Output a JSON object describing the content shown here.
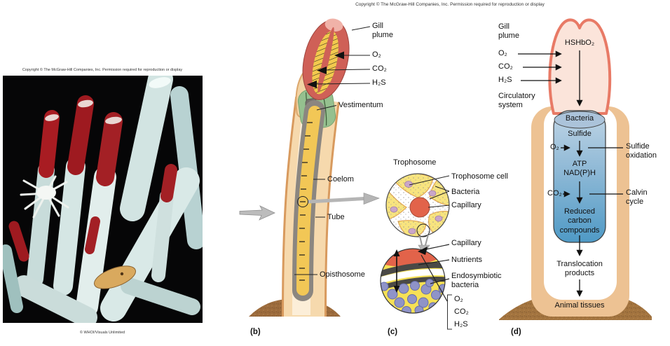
{
  "header": {
    "copyright": "Copyright © The McGraw-Hill Companies, Inc. Permission required for reproduction or display"
  },
  "photo": {
    "copyright": "Copyright © The McGraw-Hill Companies, Inc. Permission required for reproduction or display",
    "credit": "© WHOI/Visuals Unlimited"
  },
  "diagram_b": {
    "caption": "(b)",
    "labels": {
      "gill_plume": "Gill\nplume",
      "o2": "O₂",
      "co2": "CO₂",
      "h2s": "H₂S",
      "vestimentum": "Vestimentum",
      "coelom": "Coelom",
      "tube": "Tube",
      "opisthosome": "Opisthosome"
    }
  },
  "diagram_c": {
    "caption": "(c)",
    "title": "Trophosome",
    "labels": {
      "trophosome_cell": "Trophosome cell",
      "bacteria": "Bacteria",
      "capillary_top": "Capillary",
      "capillary_bottom": "Capillary",
      "nutrients": "Nutrients",
      "endosymbiotic_bacteria": "Endosymbiotic\nbacteria",
      "o2": "O₂",
      "co2": "CO₂",
      "h2s": "H₂S"
    }
  },
  "diagram_d": {
    "caption": "(d)",
    "labels": {
      "gill_plume": "Gill\nplume",
      "o2": "O₂",
      "co2": "CO₂",
      "h2s": "H₂S",
      "circulatory_system": "Circulatory\nsystem",
      "hshbo2": "HSHbO₂",
      "bacteria": "Bacteria",
      "sulfide": "Sulfide",
      "o2_inner": "O₂",
      "sulfide_oxidation": "Sulfide\noxidation",
      "atp_nadph": "ATP\nNAD(P)H",
      "co2_inner": "CO₂",
      "calvin_cycle": "Calvin\ncycle",
      "reduced_carbon": "Reduced\ncarbon\ncompounds",
      "translocation_products": "Translocation\nproducts",
      "animal_tissues": "Animal tissues"
    }
  },
  "palette": {
    "plume_red": "#cf6057",
    "tube_tan": "#f6d9ad",
    "vestimentum_green": "#95c08f",
    "body_yellow": "#f2c756",
    "trophosome_yellow": "#f8e47e",
    "capillary_orange": "#e2634a",
    "bacteria_purple": "#8f93c8",
    "pathway_blue": "#6aaed2",
    "sand_brown": "#9c6b3c",
    "photo_red": "#a81c22"
  }
}
